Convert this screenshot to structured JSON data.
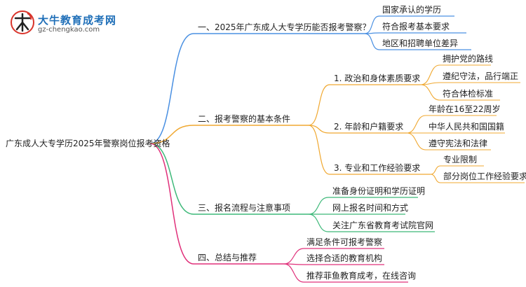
{
  "logo": {
    "title": "大牛教育成考网",
    "url": "gz-chengkao.com",
    "mark": "大牛"
  },
  "colors": {
    "blue": "#4a90e2",
    "orange": "#f0a830",
    "green": "#3cb878",
    "magenta": "#e0307a"
  },
  "root": "广东成人大专学历2025年警察岗位报考资格",
  "branches": [
    {
      "label": "一、2025年广东成人大专学历能否报考警察？",
      "children": [
        "国家承认的学历",
        "符合报考基本要求",
        "地区和招聘单位差异"
      ]
    },
    {
      "label": "二、报考警察的基本条件",
      "children": [
        {
          "label": "1. 政治和身体素质要求",
          "children": [
            "拥护党的路线",
            "遵纪守法，品行端正",
            "符合体检标准"
          ]
        },
        {
          "label": "2. 年龄和户籍要求",
          "children": [
            "年龄在16至22周岁",
            "中华人民共和国国籍",
            "遵守宪法和法律"
          ]
        },
        {
          "label": "3. 专业和工作经验要求",
          "children": [
            "专业限制",
            "部分岗位工作经验要求"
          ]
        }
      ]
    },
    {
      "label": "三、报名流程与注意事项",
      "children": [
        "准备身份证明和学历证明",
        "网上报名时间和方式",
        "关注广东省教育考试院官网"
      ]
    },
    {
      "label": "四、总结与推荐",
      "children": [
        "满足条件可报考警察",
        "选择合适的教育机构",
        "推荐菲鱼教育成考，在线咨询"
      ]
    }
  ]
}
